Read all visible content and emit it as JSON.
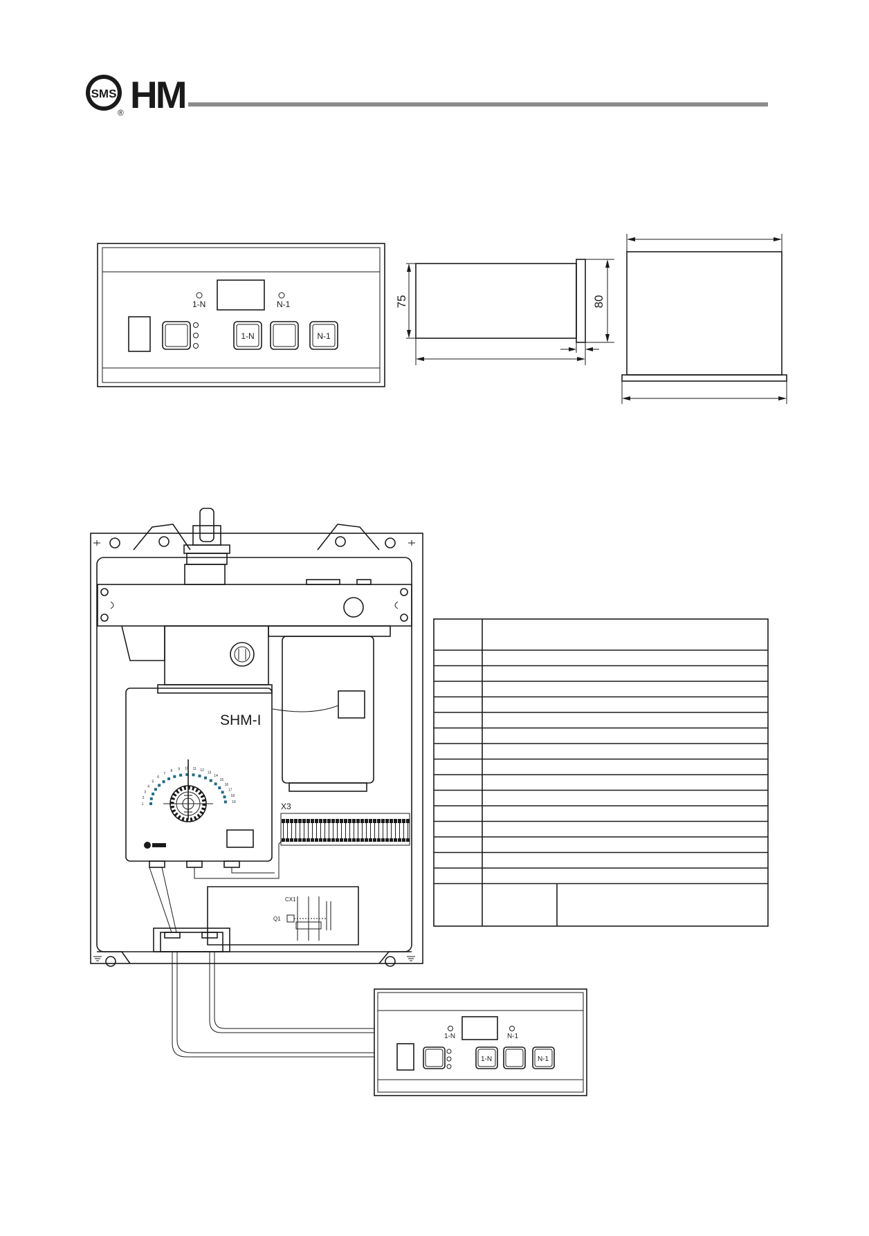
{
  "header": {
    "logo_mark": "SMS",
    "brand": "HM",
    "registered": "®",
    "rule_color": "#8c8c8c"
  },
  "front_panel": {
    "indicator_left": "1-N",
    "indicator_right": "N-1",
    "button_1n": "1-N",
    "button_n1": "N-1"
  },
  "dimensions": {
    "side_height": "75",
    "top_height": "80"
  },
  "actuator": {
    "model": "SHM-I",
    "terminal_strip": "X3",
    "schematic": {
      "cx": "CX1",
      "q": "Q1"
    },
    "dial": {
      "scale_left": [
        "1",
        "2",
        "3",
        "4",
        "5",
        "6",
        "7",
        "8",
        "9"
      ],
      "scale_right": [
        "10",
        "11",
        "12",
        "13",
        "14",
        "15",
        "16",
        "17",
        "18",
        "19"
      ]
    }
  },
  "remote_panel": {
    "indicator_left": "1-N",
    "indicator_right": "N-1",
    "button_1n": "1-N",
    "button_n1": "N-1"
  }
}
